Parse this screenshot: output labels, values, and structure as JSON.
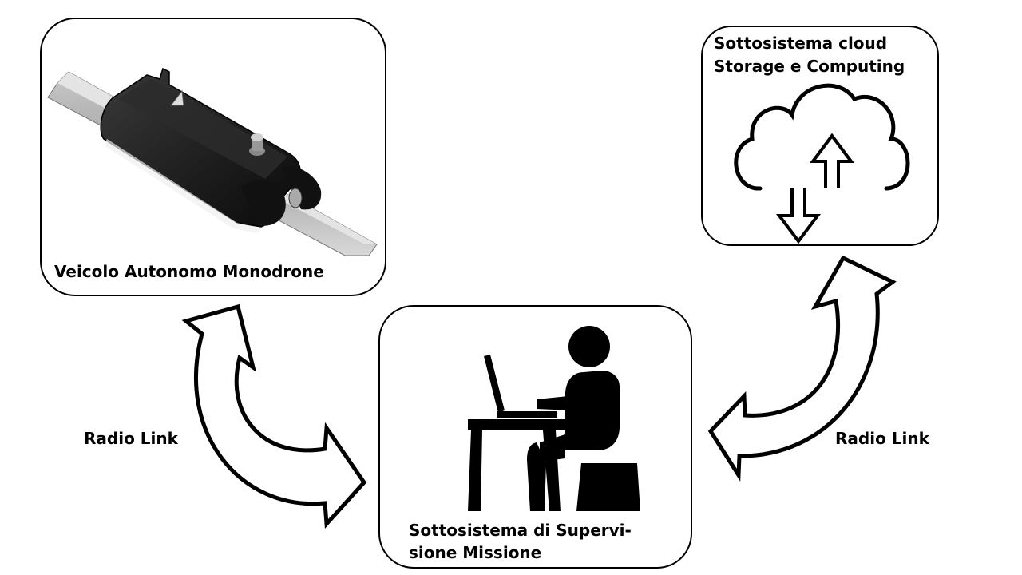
{
  "nodes": {
    "vehicle": {
      "label": "Veicolo Autonomo Monodrone",
      "icon": "rail-vehicle-image"
    },
    "cloud": {
      "label_line1": "Sottosistema cloud",
      "label_line2": "Storage e Computing",
      "icon": "cloud-upload-download-icon"
    },
    "supervision": {
      "label_line1": "Sottosistema di Supervi-",
      "label_line2": "sione Missione",
      "icon": "person-at-laptop-icon"
    }
  },
  "links": {
    "left": {
      "label": "Radio Link"
    },
    "right": {
      "label": "Radio Link"
    }
  },
  "colors": {
    "stroke": "#000000",
    "background": "#ffffff"
  }
}
